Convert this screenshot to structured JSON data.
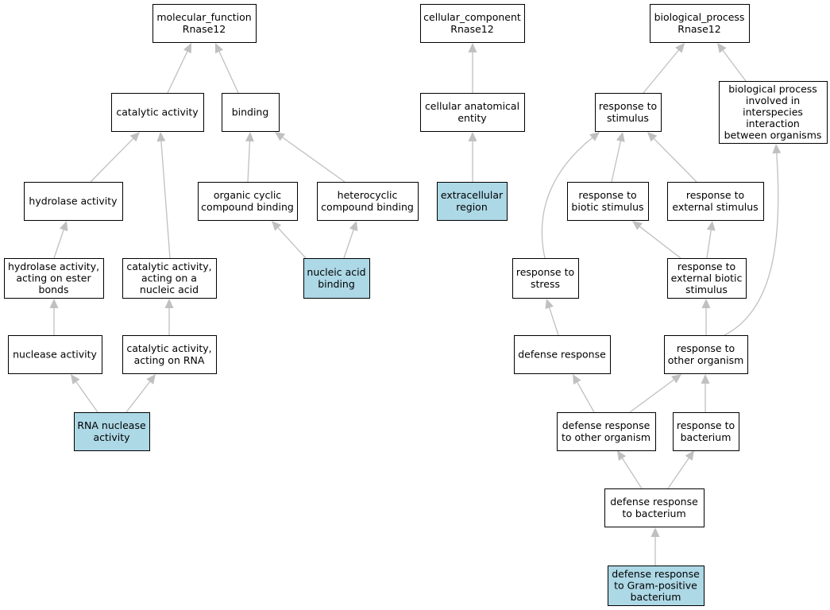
{
  "colors": {
    "plain_fill": "#ffffff",
    "highlight_fill": "#add8e6",
    "border": "#000000",
    "edge": "#c0c0c0"
  },
  "nodes": [
    {
      "id": "mf",
      "lines": [
        "molecular_function",
        "Rnase12"
      ],
      "highlight": false
    },
    {
      "id": "cc",
      "lines": [
        "cellular_component",
        "Rnase12"
      ],
      "highlight": false
    },
    {
      "id": "bp",
      "lines": [
        "biological_process",
        "Rnase12"
      ],
      "highlight": false
    },
    {
      "id": "catalytic",
      "lines": [
        "catalytic activity"
      ],
      "highlight": false
    },
    {
      "id": "binding",
      "lines": [
        "binding"
      ],
      "highlight": false
    },
    {
      "id": "cae",
      "lines": [
        "cellular anatomical",
        "entity"
      ],
      "highlight": false
    },
    {
      "id": "rts",
      "lines": [
        "response to",
        "stimulus"
      ],
      "highlight": false
    },
    {
      "id": "bpii",
      "lines": [
        "biological process",
        "involved in",
        "interspecies",
        "interaction",
        "between organisms"
      ],
      "highlight": false
    },
    {
      "id": "hydrolase",
      "lines": [
        "hydrolase activity"
      ],
      "highlight": false
    },
    {
      "id": "occb",
      "lines": [
        "organic cyclic",
        "compound binding"
      ],
      "highlight": false
    },
    {
      "id": "hcb",
      "lines": [
        "heterocyclic",
        "compound binding"
      ],
      "highlight": false
    },
    {
      "id": "extra",
      "lines": [
        "extracellular",
        "region"
      ],
      "highlight": true
    },
    {
      "id": "rtbs",
      "lines": [
        "response to",
        "biotic stimulus"
      ],
      "highlight": false
    },
    {
      "id": "rtes",
      "lines": [
        "response to",
        "external stimulus"
      ],
      "highlight": false
    },
    {
      "id": "haeb",
      "lines": [
        "hydrolase activity,",
        "acting on ester",
        "bonds"
      ],
      "highlight": false
    },
    {
      "id": "cana",
      "lines": [
        "catalytic activity,",
        "acting on a",
        "nucleic acid"
      ],
      "highlight": false
    },
    {
      "id": "nab",
      "lines": [
        "nucleic acid",
        "binding"
      ],
      "highlight": true
    },
    {
      "id": "rtstress",
      "lines": [
        "response to",
        "stress"
      ],
      "highlight": false
    },
    {
      "id": "rtebs",
      "lines": [
        "response to",
        "external biotic",
        "stimulus"
      ],
      "highlight": false
    },
    {
      "id": "nuclease",
      "lines": [
        "nuclease activity"
      ],
      "highlight": false
    },
    {
      "id": "carna",
      "lines": [
        "catalytic activity,",
        "acting on RNA"
      ],
      "highlight": false
    },
    {
      "id": "defense",
      "lines": [
        "defense response"
      ],
      "highlight": false
    },
    {
      "id": "rtoo",
      "lines": [
        "response to",
        "other organism"
      ],
      "highlight": false
    },
    {
      "id": "rnanuc",
      "lines": [
        "RNA nuclease",
        "activity"
      ],
      "highlight": true
    },
    {
      "id": "droo",
      "lines": [
        "defense response",
        "to other organism"
      ],
      "highlight": false
    },
    {
      "id": "rtbac",
      "lines": [
        "response to",
        "bacterium"
      ],
      "highlight": false
    },
    {
      "id": "drb",
      "lines": [
        "defense response",
        "to bacterium"
      ],
      "highlight": false
    },
    {
      "id": "drgpb",
      "lines": [
        "defense response",
        "to Gram-positive",
        "bacterium"
      ],
      "highlight": true
    }
  ],
  "edges": [
    {
      "from": "catalytic",
      "to": "mf"
    },
    {
      "from": "binding",
      "to": "mf"
    },
    {
      "from": "cae",
      "to": "cc"
    },
    {
      "from": "rts",
      "to": "bp"
    },
    {
      "from": "bpii",
      "to": "bp"
    },
    {
      "from": "hydrolase",
      "to": "catalytic"
    },
    {
      "from": "cana",
      "to": "catalytic"
    },
    {
      "from": "occb",
      "to": "binding"
    },
    {
      "from": "hcb",
      "to": "binding"
    },
    {
      "from": "extra",
      "to": "cae"
    },
    {
      "from": "rtbs",
      "to": "rts"
    },
    {
      "from": "rtes",
      "to": "rts"
    },
    {
      "from": "rtstress",
      "to": "rts"
    },
    {
      "from": "haeb",
      "to": "hydrolase"
    },
    {
      "from": "nab",
      "to": "occb"
    },
    {
      "from": "nab",
      "to": "hcb"
    },
    {
      "from": "rtebs",
      "to": "rtbs"
    },
    {
      "from": "rtebs",
      "to": "rtes"
    },
    {
      "from": "rtoo",
      "to": "bpii"
    },
    {
      "from": "nuclease",
      "to": "haeb"
    },
    {
      "from": "carna",
      "to": "cana"
    },
    {
      "from": "defense",
      "to": "rtstress"
    },
    {
      "from": "rtoo",
      "to": "rtebs"
    },
    {
      "from": "rnanuc",
      "to": "nuclease"
    },
    {
      "from": "rnanuc",
      "to": "carna"
    },
    {
      "from": "droo",
      "to": "defense"
    },
    {
      "from": "droo",
      "to": "rtoo"
    },
    {
      "from": "rtbac",
      "to": "rtoo"
    },
    {
      "from": "drb",
      "to": "droo"
    },
    {
      "from": "drb",
      "to": "rtbac"
    },
    {
      "from": "drgpb",
      "to": "drb"
    }
  ]
}
